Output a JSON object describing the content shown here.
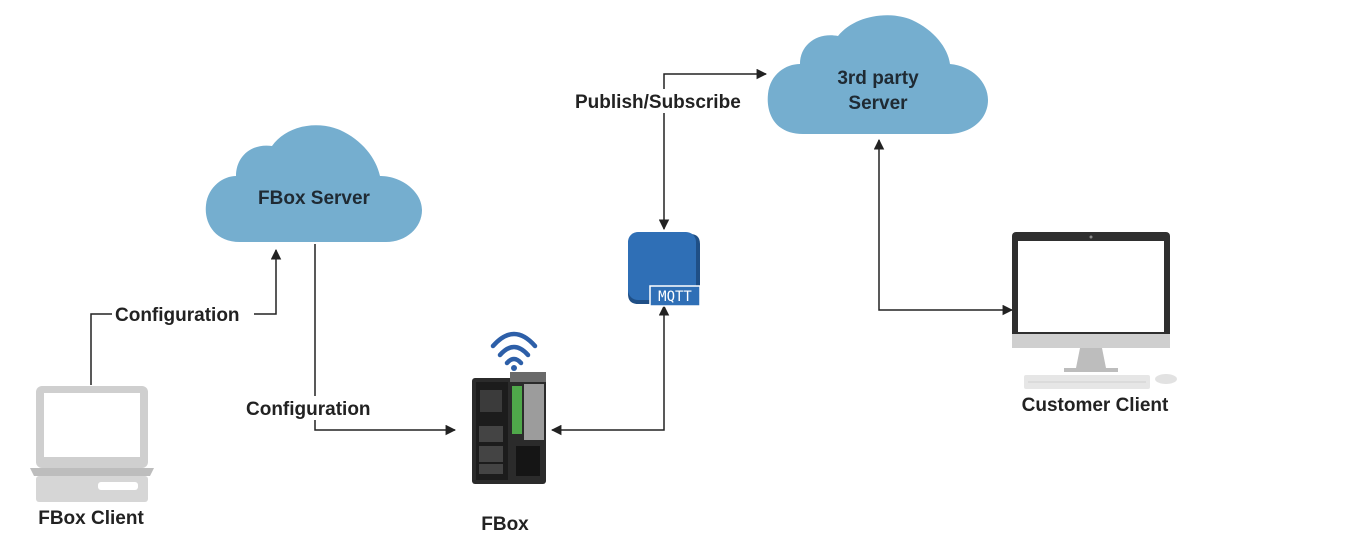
{
  "nodes": {
    "fbox_server": "FBox Server",
    "third_party_line1": "3rd party",
    "third_party_line2": "Server",
    "fbox_client": "FBox Client",
    "fbox": "FBox",
    "customer_client": "Customer Client",
    "mqtt": "MQTT"
  },
  "edges": {
    "client_to_server": "Configuration",
    "server_to_fbox": "Configuration",
    "mqtt_to_third_party": "Publish/Subscribe"
  },
  "colors": {
    "cloud": "#75aecf",
    "mqtt_blue": "#2f6fb6",
    "wifi_blue": "#2d5fa8",
    "line": "#222222",
    "device_gray": "#c8c8c8"
  }
}
